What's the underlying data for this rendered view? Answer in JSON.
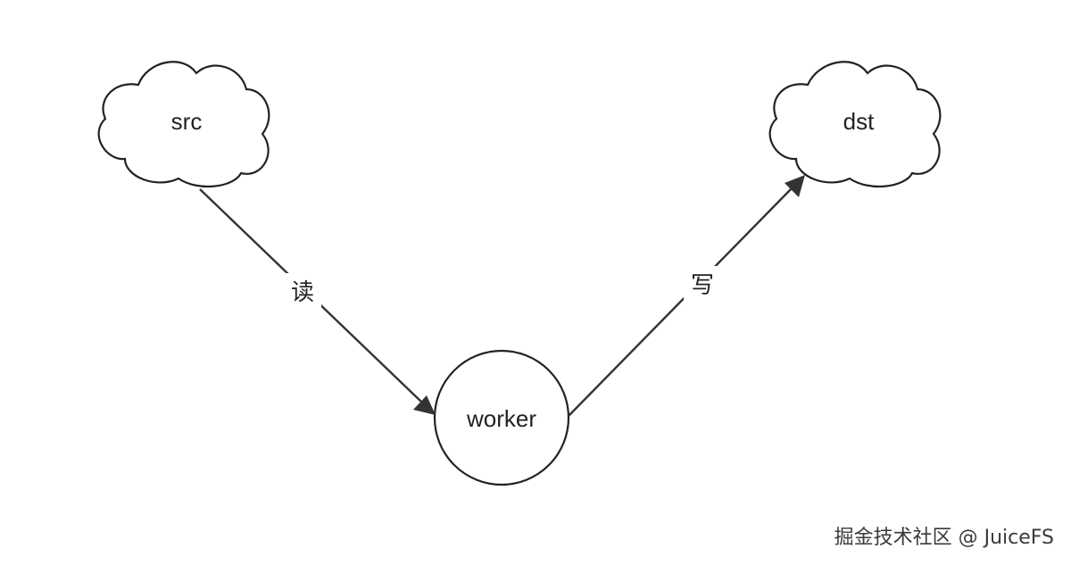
{
  "nodes": {
    "src": {
      "label": "src",
      "shape": "cloud"
    },
    "dst": {
      "label": "dst",
      "shape": "cloud"
    },
    "worker": {
      "label": "worker",
      "shape": "circle"
    }
  },
  "edges": [
    {
      "from": "src",
      "to": "worker",
      "label": "读"
    },
    {
      "from": "worker",
      "to": "dst",
      "label": "写"
    }
  ],
  "watermark": "掘金技术社区 @ JuiceFS",
  "colors": {
    "stroke": "#222222",
    "background": "#ffffff"
  }
}
